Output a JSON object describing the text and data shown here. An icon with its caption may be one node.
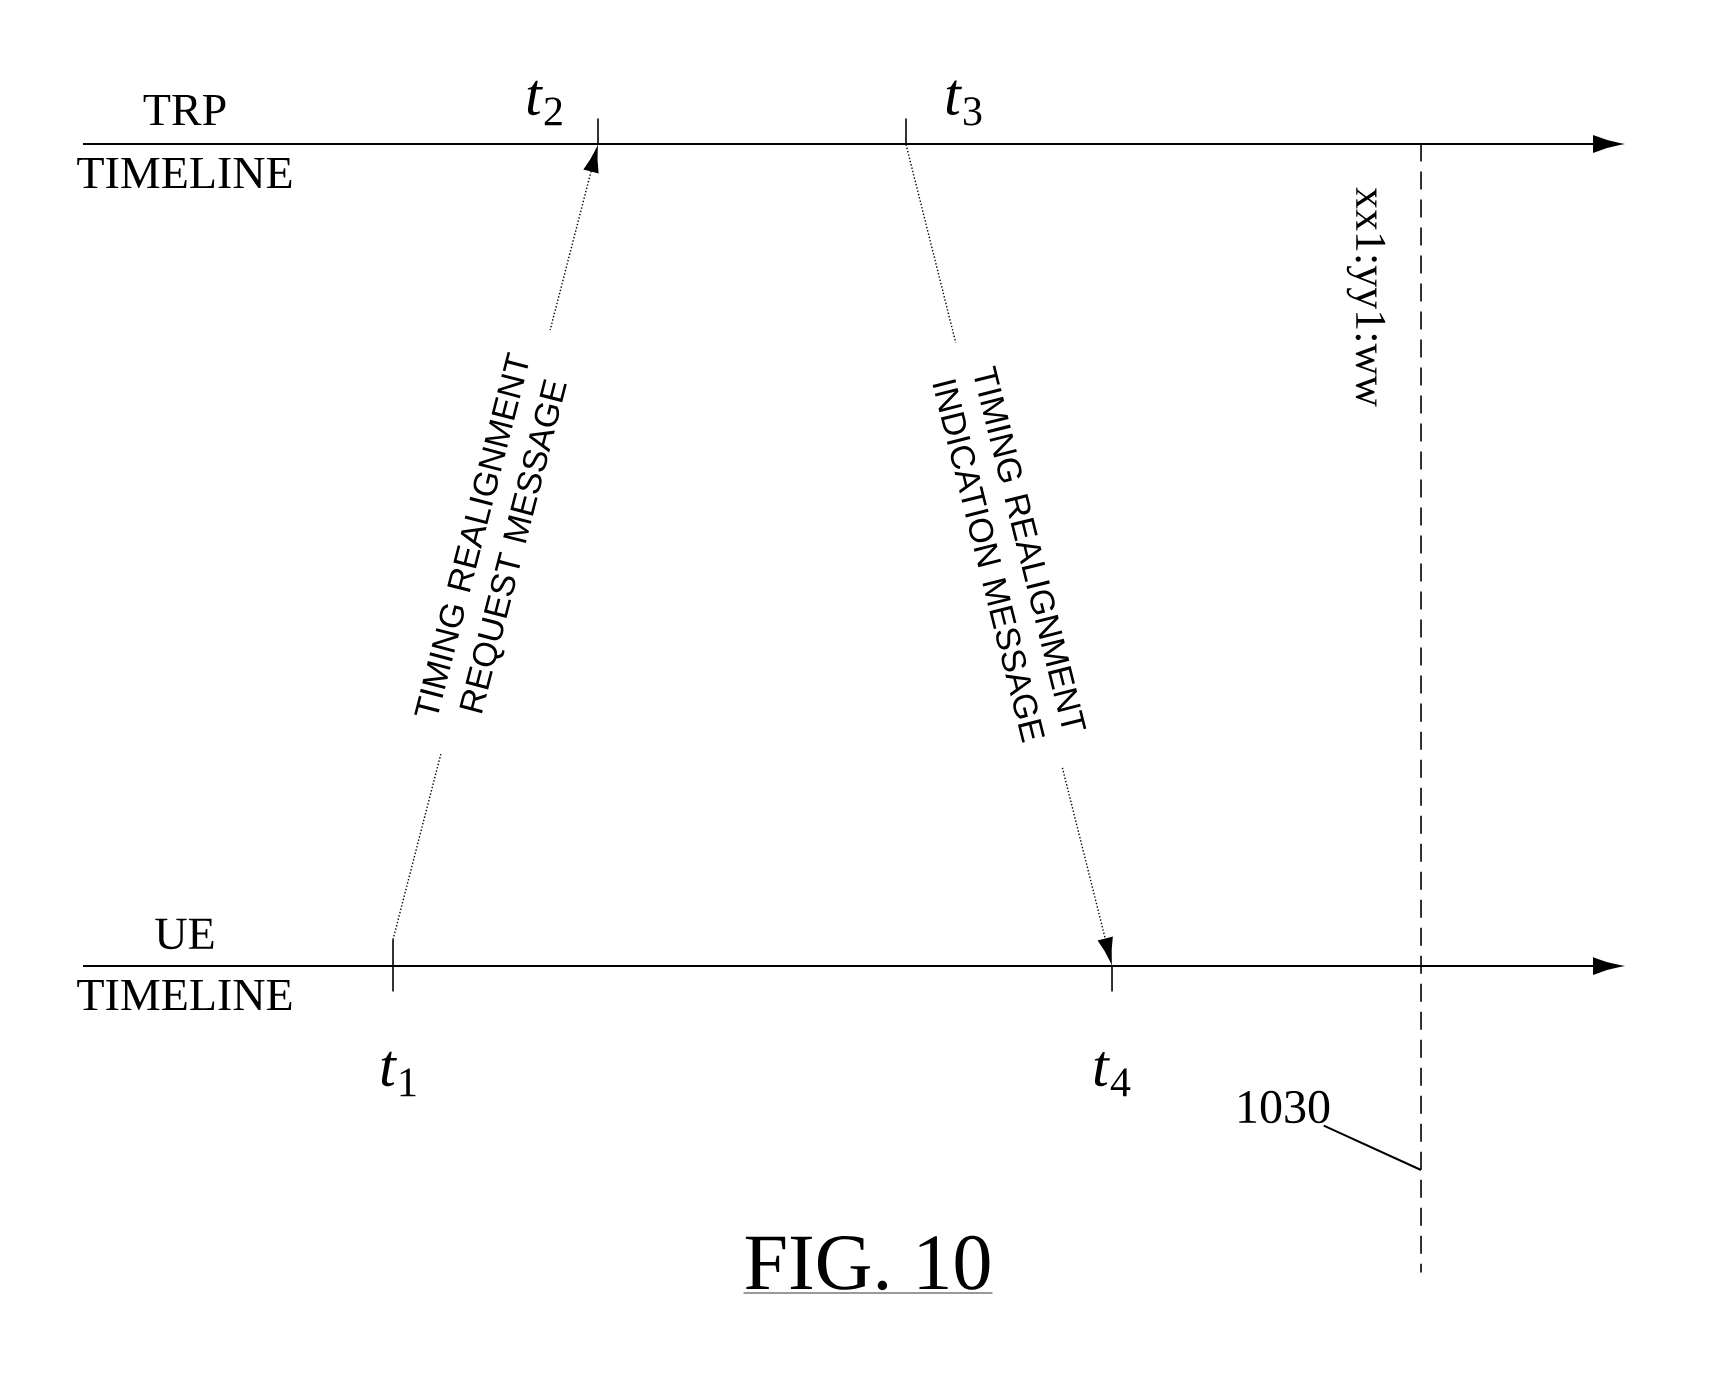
{
  "diagram": {
    "caption": "FIG. 10",
    "nodes": [
      {
        "text": [],
        "shape": "line",
        "beside": [
          "*t*$_{1}$"
        ]
      },
      {
        "text": [],
        "shape": "line",
        "beside": [
          "*t*$_{2}$"
        ]
      },
      {
        "text": [],
        "shape": "line",
        "beside": [
          "*t*$_{3}$"
        ]
      },
      {
        "text": [],
        "shape": "line",
        "beside": [
          "*t*$_{4}$"
        ]
      },
      {
        "text": [],
        "shape": "line",
        "beside": [
          "xx1:yy1:ww"
        ]
      },
      {
        "text": [
          "1030"
        ]
      }
    ],
    "edges": [
      {
        "from": 0,
        "to": 1,
        "arrow": "to",
        "style": "dashed",
        "label": "TIMING REALIGNMENT REQUEST MESSAGE"
      },
      {
        "from": 2,
        "to": 3,
        "arrow": "to",
        "style": "dashed",
        "label": "TIMING REALIGNMENT INDICATION MESSAGE"
      },
      {
        "from": 5,
        "to": 4,
        "arrow": "none"
      }
    ],
    "labels": [
      "TRP",
      "TIMELINE",
      "UE",
      "TIMELINE"
    ]
  }
}
